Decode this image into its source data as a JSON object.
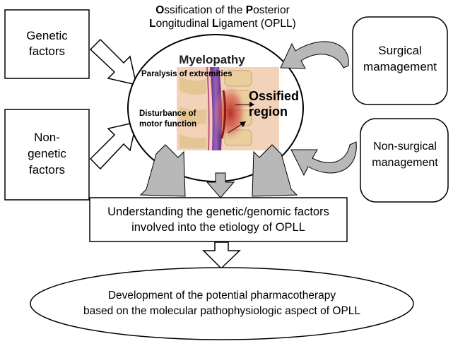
{
  "title": {
    "line1": {
      "p1_bold": "O",
      "p1": "ssification of the ",
      "p2_bold": "P",
      "p2": "osterior"
    },
    "line2": {
      "p1_bold": "L",
      "p1": "ongitudinal ",
      "p2_bold": "L",
      "p2": "igament (OPLL)"
    }
  },
  "left_boxes": [
    {
      "line1": "Genetic",
      "line2": "factors"
    },
    {
      "line1": "Non-",
      "line2": "genetic",
      "line3": "factors"
    }
  ],
  "right_boxes": [
    {
      "line1": "Surgical",
      "line2": "mamagement"
    },
    {
      "line1": "Non-surgical",
      "line2": "management"
    }
  ],
  "center": {
    "myelopathy": "Myelopathy",
    "paralysis": "Paralysis of extremities",
    "disturbance_line1": "Disturbance of",
    "disturbance_line2": "motor function",
    "ossified_line1": "Ossified",
    "ossified_line2": "region"
  },
  "understanding": {
    "line1": "Understanding the genetic/genomic factors",
    "line2": "involved into the etiology of OPLL"
  },
  "development": {
    "line1": "Development of the potential pharmacotherapy",
    "line2": "based on the molecular pathophysiologic aspect of OPLL"
  },
  "colors": {
    "arrow_gray": "#b8b8b8",
    "spine_bg": "#f2d2b8",
    "vertebra": "#e9cf9c",
    "ossification_red": "#c0392b"
  }
}
